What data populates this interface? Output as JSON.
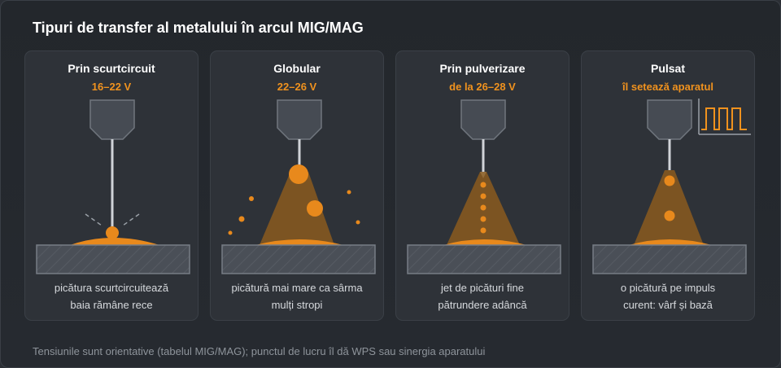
{
  "title": "Tipuri de transfer al metalului în arcul MIG/MAG",
  "modes": [
    {
      "name": "Prin scurtcircuit",
      "voltage": "16–22 V",
      "caption": [
        "picătura scurtcircuitează",
        "baia rămâne rece"
      ]
    },
    {
      "name": "Globular",
      "voltage": "22–26 V",
      "caption": [
        "picătură mai mare ca sârma",
        "mulți stropi"
      ]
    },
    {
      "name": "Prin pulverizare",
      "voltage": "de la 26–28 V",
      "caption": [
        "jet de picături fine",
        "pătrundere adâncă"
      ]
    },
    {
      "name": "Pulsat",
      "voltage": "îl setează aparatul",
      "caption": [
        "o picătură pe impuls",
        "curent: vârf și bază"
      ]
    }
  ],
  "footnote": "Tensiunile sunt orientative (tabelul MIG/MAG); punctul de lucru îl dă WPS sau sinergia aparatului",
  "colors": {
    "accent": "#f0921e",
    "card": "#2e3238",
    "plate": "#4a4f57"
  }
}
